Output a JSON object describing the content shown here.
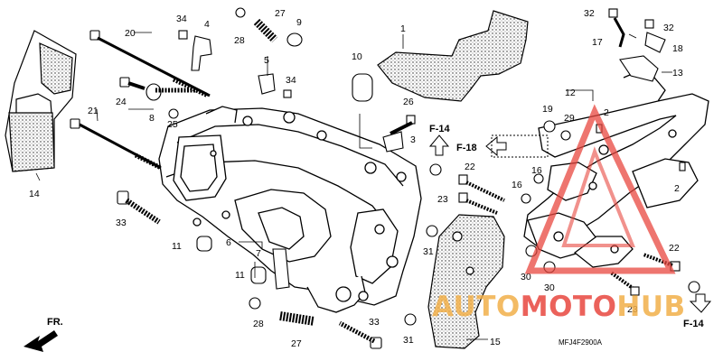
{
  "diagram": {
    "callouts": [
      "1",
      "2",
      "3",
      "4",
      "5",
      "6",
      "7",
      "8",
      "9",
      "10",
      "11",
      "12",
      "13",
      "14",
      "15",
      "16",
      "17",
      "18",
      "19",
      "20",
      "21",
      "22",
      "23",
      "24",
      "25",
      "26",
      "27",
      "28",
      "29",
      "30",
      "31",
      "32",
      "33",
      "34"
    ],
    "section_refs": [
      "F-14",
      "F-18"
    ],
    "direction_label": "FR.",
    "drawing_code": "MFJ4F2900A"
  },
  "watermark": {
    "text": "AUTOMOTOHUB",
    "colors": {
      "auto": "#f2b04a",
      "moto": "#e8473f",
      "hub": "#f2b04a"
    }
  },
  "colors": {
    "line": "#000000",
    "background": "#ffffff",
    "triangle": "#e8473f"
  }
}
